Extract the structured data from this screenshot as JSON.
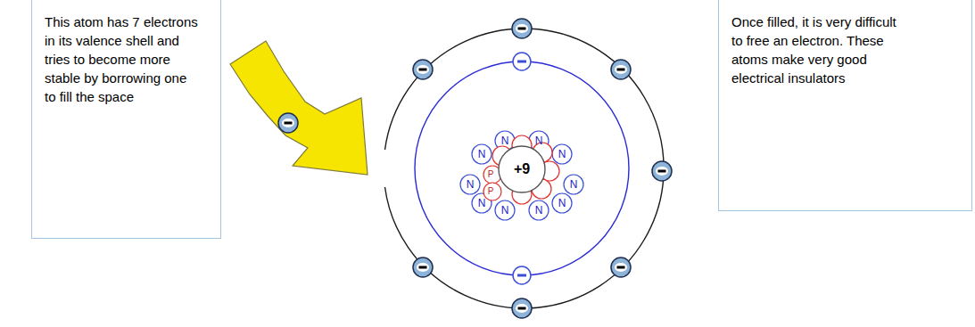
{
  "diagram": {
    "nodes": [
      {
        "text": [
          "This atom has 7 electrons in its valence shell and tries to become more stable by borrowing one to fill the space"
        ]
      },
      {
        "text": [
          "Once filled, it is very difficult to free an electron. These atoms make very good electrical insulators"
        ]
      }
    ],
    "labels": [
      "+9",
      "N",
      "N",
      "N",
      "N",
      "N",
      "N",
      "N",
      "N",
      "N",
      "N",
      "P",
      "P"
    ]
  }
}
